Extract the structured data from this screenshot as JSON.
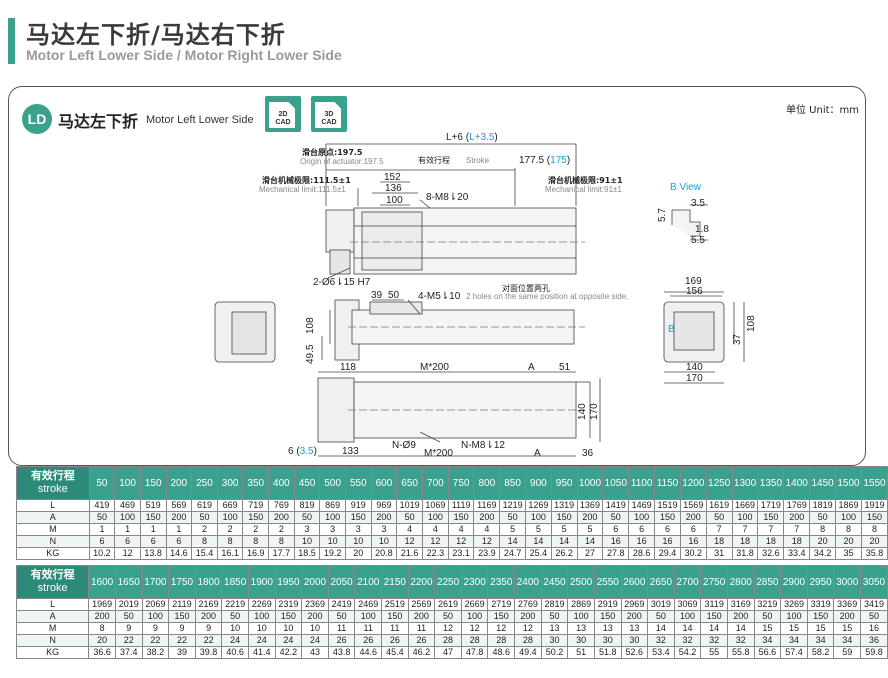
{
  "header": {
    "title_cn": "马达左下折/马达右下折",
    "title_en": "Motor Left Lower Side / Motor Right Lower Side"
  },
  "section": {
    "badge": "LD",
    "title_cn": "马达左下折",
    "title_en": "Motor Left Lower Side",
    "cad_2d": [
      "2D",
      "CAD"
    ],
    "cad_3d": [
      "3D",
      "CAD"
    ],
    "unit": "单位 Unit：mm"
  },
  "drawing": {
    "total_len_a": "L+6 (",
    "total_len_b": "L+3.5",
    "total_len_c": ")",
    "origin_cn": "滑台原点:197.5",
    "origin_en": "Origin of actuator:197.5",
    "stroke_cn": "有效行程",
    "stroke_en": "Stroke",
    "end_a": "177.5 (",
    "end_b": "175",
    "end_c": ")",
    "mech_left_cn": "滑台机械极限:111.5±1",
    "mech_left_en": "Mechanical limit:111.5±1",
    "mech_right_cn": "滑台机械极限:91±1",
    "mech_right_en": "Mechanical limit:91±1",
    "d152": "152",
    "d136": "136",
    "d100": "100",
    "holes_top": "8-M8⇂20",
    "holes_pin": "2-Ø6⇂15 H7",
    "opposite_cn": "对面位置两孔",
    "opposite_en": "2 holes on the same position at opposite side.",
    "d39": "39",
    "d50": "50",
    "holes_side": "4-M5⇂10",
    "h108": "108",
    "h49": "49.5",
    "bview": "B View",
    "bv35": "3.5",
    "bv57": "5.7",
    "bv18": "1.8",
    "bv55": "5.5",
    "r169": "169",
    "r156": "156",
    "r108": "108",
    "r37": "37",
    "r140": "140",
    "r170": "170",
    "rb": "B",
    "p118": "118",
    "pM200": "M*200",
    "pA": "A",
    "p51": "51",
    "p140": "140",
    "p170": "170",
    "p6a": "6 (",
    "p6b": "3.5",
    "p6c": ")",
    "p133": "133",
    "pN9": "N-Ø9",
    "pNM8": "N-M8⇂12",
    "pM200b": "M*200",
    "pA2": "A",
    "p36": "36"
  },
  "table1": {
    "head_cn": "有效行程",
    "head_en": "stroke",
    "stroke": [
      "50",
      "100",
      "150",
      "200",
      "250",
      "300",
      "350",
      "400",
      "450",
      "500",
      "550",
      "600",
      "650",
      "700",
      "750",
      "800",
      "850",
      "900",
      "950",
      "1000",
      "1050",
      "1100",
      "1150",
      "1200",
      "1250",
      "1300",
      "1350",
      "1400",
      "1450",
      "1500",
      "1550"
    ],
    "rows": [
      {
        "label": "L",
        "values": [
          "419",
          "469",
          "519",
          "569",
          "619",
          "669",
          "719",
          "769",
          "819",
          "869",
          "919",
          "969",
          "1019",
          "1069",
          "1119",
          "1169",
          "1219",
          "1269",
          "1319",
          "1369",
          "1419",
          "1469",
          "1519",
          "1569",
          "1619",
          "1669",
          "1719",
          "1769",
          "1819",
          "1869",
          "1919"
        ]
      },
      {
        "label": "A",
        "values": [
          "50",
          "100",
          "150",
          "200",
          "50",
          "100",
          "150",
          "200",
          "50",
          "100",
          "150",
          "200",
          "50",
          "100",
          "150",
          "200",
          "50",
          "100",
          "150",
          "200",
          "50",
          "100",
          "150",
          "200",
          "50",
          "100",
          "150",
          "200",
          "50",
          "100",
          "150"
        ]
      },
      {
        "label": "M",
        "values": [
          "1",
          "1",
          "1",
          "1",
          "2",
          "2",
          "2",
          "2",
          "3",
          "3",
          "3",
          "3",
          "4",
          "4",
          "4",
          "4",
          "5",
          "5",
          "5",
          "5",
          "6",
          "6",
          "6",
          "6",
          "7",
          "7",
          "7",
          "7",
          "8",
          "8",
          "8"
        ]
      },
      {
        "label": "N",
        "values": [
          "6",
          "6",
          "6",
          "6",
          "8",
          "8",
          "8",
          "8",
          "10",
          "10",
          "10",
          "10",
          "12",
          "12",
          "12",
          "12",
          "14",
          "14",
          "14",
          "14",
          "16",
          "16",
          "16",
          "16",
          "18",
          "18",
          "18",
          "18",
          "20",
          "20",
          "20"
        ]
      },
      {
        "label": "KG",
        "values": [
          "10.2",
          "12",
          "13.8",
          "14.6",
          "15.4",
          "16.1",
          "16.9",
          "17.7",
          "18.5",
          "19.2",
          "20",
          "20.8",
          "21.6",
          "22.3",
          "23.1",
          "23.9",
          "24.7",
          "25.4",
          "26.2",
          "27",
          "27.8",
          "28.6",
          "29.4",
          "30.2",
          "31",
          "31.8",
          "32.6",
          "33.4",
          "34.2",
          "35",
          "35.8"
        ]
      }
    ]
  },
  "table2": {
    "head_cn": "有效行程",
    "head_en": "stroke",
    "stroke": [
      "1600",
      "1650",
      "1700",
      "1750",
      "1800",
      "1850",
      "1900",
      "1950",
      "2000",
      "2050",
      "2100",
      "2150",
      "2200",
      "2250",
      "2300",
      "2350",
      "2400",
      "2450",
      "2500",
      "2550",
      "2600",
      "2650",
      "2700",
      "2750",
      "2800",
      "2850",
      "2900",
      "2950",
      "3000",
      "3050"
    ],
    "rows": [
      {
        "label": "L",
        "values": [
          "1969",
          "2019",
          "2069",
          "2119",
          "2169",
          "2219",
          "2269",
          "2319",
          "2369",
          "2419",
          "2469",
          "2519",
          "2569",
          "2619",
          "2669",
          "2719",
          "2769",
          "2819",
          "2869",
          "2919",
          "2969",
          "3019",
          "3069",
          "3119",
          "3169",
          "3219",
          "3269",
          "3319",
          "3369",
          "3419"
        ]
      },
      {
        "label": "A",
        "values": [
          "200",
          "50",
          "100",
          "150",
          "200",
          "50",
          "100",
          "150",
          "200",
          "50",
          "100",
          "150",
          "200",
          "50",
          "100",
          "150",
          "200",
          "50",
          "100",
          "150",
          "200",
          "50",
          "100",
          "150",
          "200",
          "50",
          "100",
          "150",
          "200",
          "50"
        ]
      },
      {
        "label": "M",
        "values": [
          "8",
          "9",
          "9",
          "9",
          "9",
          "10",
          "10",
          "10",
          "10",
          "11",
          "11",
          "11",
          "11",
          "12",
          "12",
          "12",
          "12",
          "13",
          "13",
          "13",
          "13",
          "14",
          "14",
          "14",
          "14",
          "15",
          "15",
          "15",
          "15",
          "16"
        ]
      },
      {
        "label": "N",
        "values": [
          "20",
          "22",
          "22",
          "22",
          "22",
          "24",
          "24",
          "24",
          "24",
          "26",
          "26",
          "26",
          "26",
          "28",
          "28",
          "28",
          "28",
          "30",
          "30",
          "30",
          "30",
          "32",
          "32",
          "32",
          "32",
          "34",
          "34",
          "34",
          "34",
          "36"
        ]
      },
      {
        "label": "KG",
        "values": [
          "36.6",
          "37.4",
          "38.2",
          "39",
          "39.8",
          "40.6",
          "41.4",
          "42.2",
          "43",
          "43.8",
          "44.6",
          "45.4",
          "46.2",
          "47",
          "47.8",
          "48.6",
          "49.4",
          "50.2",
          "51",
          "51.8",
          "52.6",
          "53.4",
          "54.2",
          "55",
          "55.8",
          "56.6",
          "57.4",
          "58.2",
          "59",
          "59.8"
        ]
      }
    ]
  }
}
